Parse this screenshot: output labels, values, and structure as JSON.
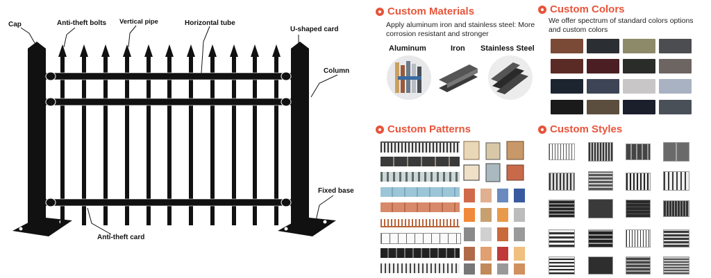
{
  "diagram": {
    "labels": {
      "cap": "Cap",
      "anti_theft_bolts": "Anti-theft bolts",
      "vertical_pipe": "Vertical pipe",
      "horizontal_tube": "Horizontal tube",
      "u_shaped_card": "U-shaped card",
      "column": "Column",
      "fixed_base": "Fixed base",
      "anti_theft_card": "Anti-theft card"
    }
  },
  "materials": {
    "title": "Custom Materials",
    "description": "Apply aluminum iron and stainless steel: More corrosion resistant and stronger",
    "items": [
      "Aluminum",
      "Iron",
      "Stainless Steel"
    ]
  },
  "colors": {
    "title": "Custom Colors",
    "description": "We offer spectrum of standard colors options and custom colors",
    "swatches": [
      [
        "#7a4a36",
        "#2b2f34",
        "#8d8a6a",
        "#4b4d50"
      ],
      [
        "#5a2a24",
        "#4a1e22",
        "#2a2c2a",
        "#6d6562"
      ],
      [
        "#1c2430",
        "#3c4456",
        "#c9c6c8",
        "#a8b2c2"
      ],
      [
        "#1a1a1a",
        "#5c4e3e",
        "#1b1f2c",
        "#4a5058"
      ]
    ]
  },
  "patterns": {
    "title": "Custom Patterns"
  },
  "styles": {
    "title": "Custom Styles"
  }
}
